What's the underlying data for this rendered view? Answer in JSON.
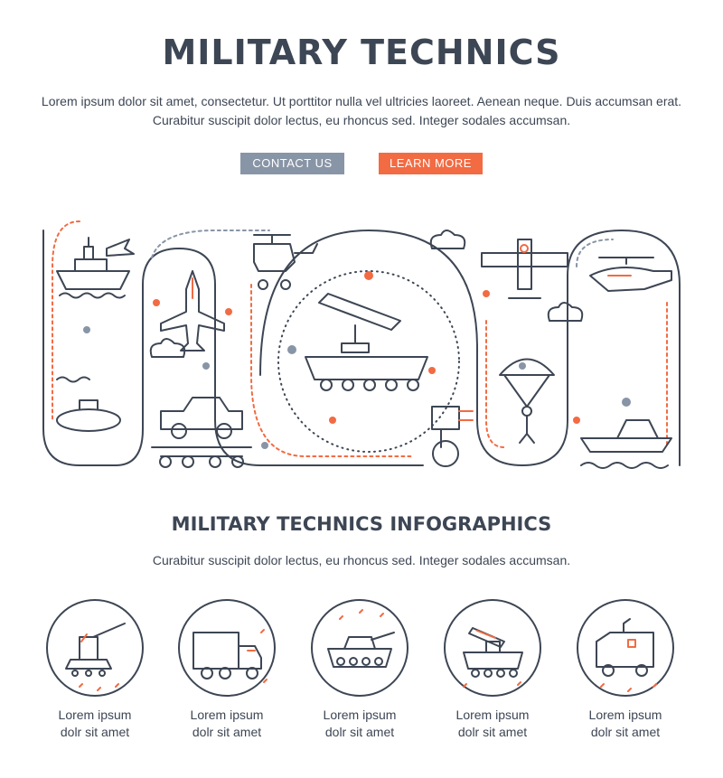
{
  "header": {
    "title": "MILITARY TECHNICS",
    "subtitle_line1": "Lorem ipsum dolor sit amet, consectetur. Ut porttitor nulla vel ultricies laoreet. Aenean neque. Duis accumsan erat.",
    "subtitle_line2": "Curabitur suscipit dolor lectus, eu rhoncus sed. Integer sodales accumsan."
  },
  "buttons": {
    "contact_label": "CONTACT US",
    "learn_label": "LEARN MORE"
  },
  "colors": {
    "accent": "#f26b43",
    "muted_button": "#8895a6",
    "line": "#3d4654",
    "grey_dot": "#8895a6"
  },
  "infographics": {
    "title": "MILITARY TECHNICS INFOGRAPHICS",
    "subtitle": "Curabitur suscipit dolor lectus, eu rhoncus sed. Integer sodales accumsan.",
    "items": [
      {
        "icon": "cannon-icon",
        "line1": "Lorem ipsum",
        "line2": "dolr sit amet"
      },
      {
        "icon": "military-truck-icon",
        "line1": "Lorem ipsum",
        "line2": "dolr sit amet"
      },
      {
        "icon": "tank-icon",
        "line1": "Lorem ipsum",
        "line2": "dolr sit amet"
      },
      {
        "icon": "rocket-launcher-icon",
        "line1": "Lorem ipsum",
        "line2": "dolr sit amet"
      },
      {
        "icon": "armored-car-icon",
        "line1": "Lorem ipsum",
        "line2": "dolr sit amet"
      }
    ]
  }
}
